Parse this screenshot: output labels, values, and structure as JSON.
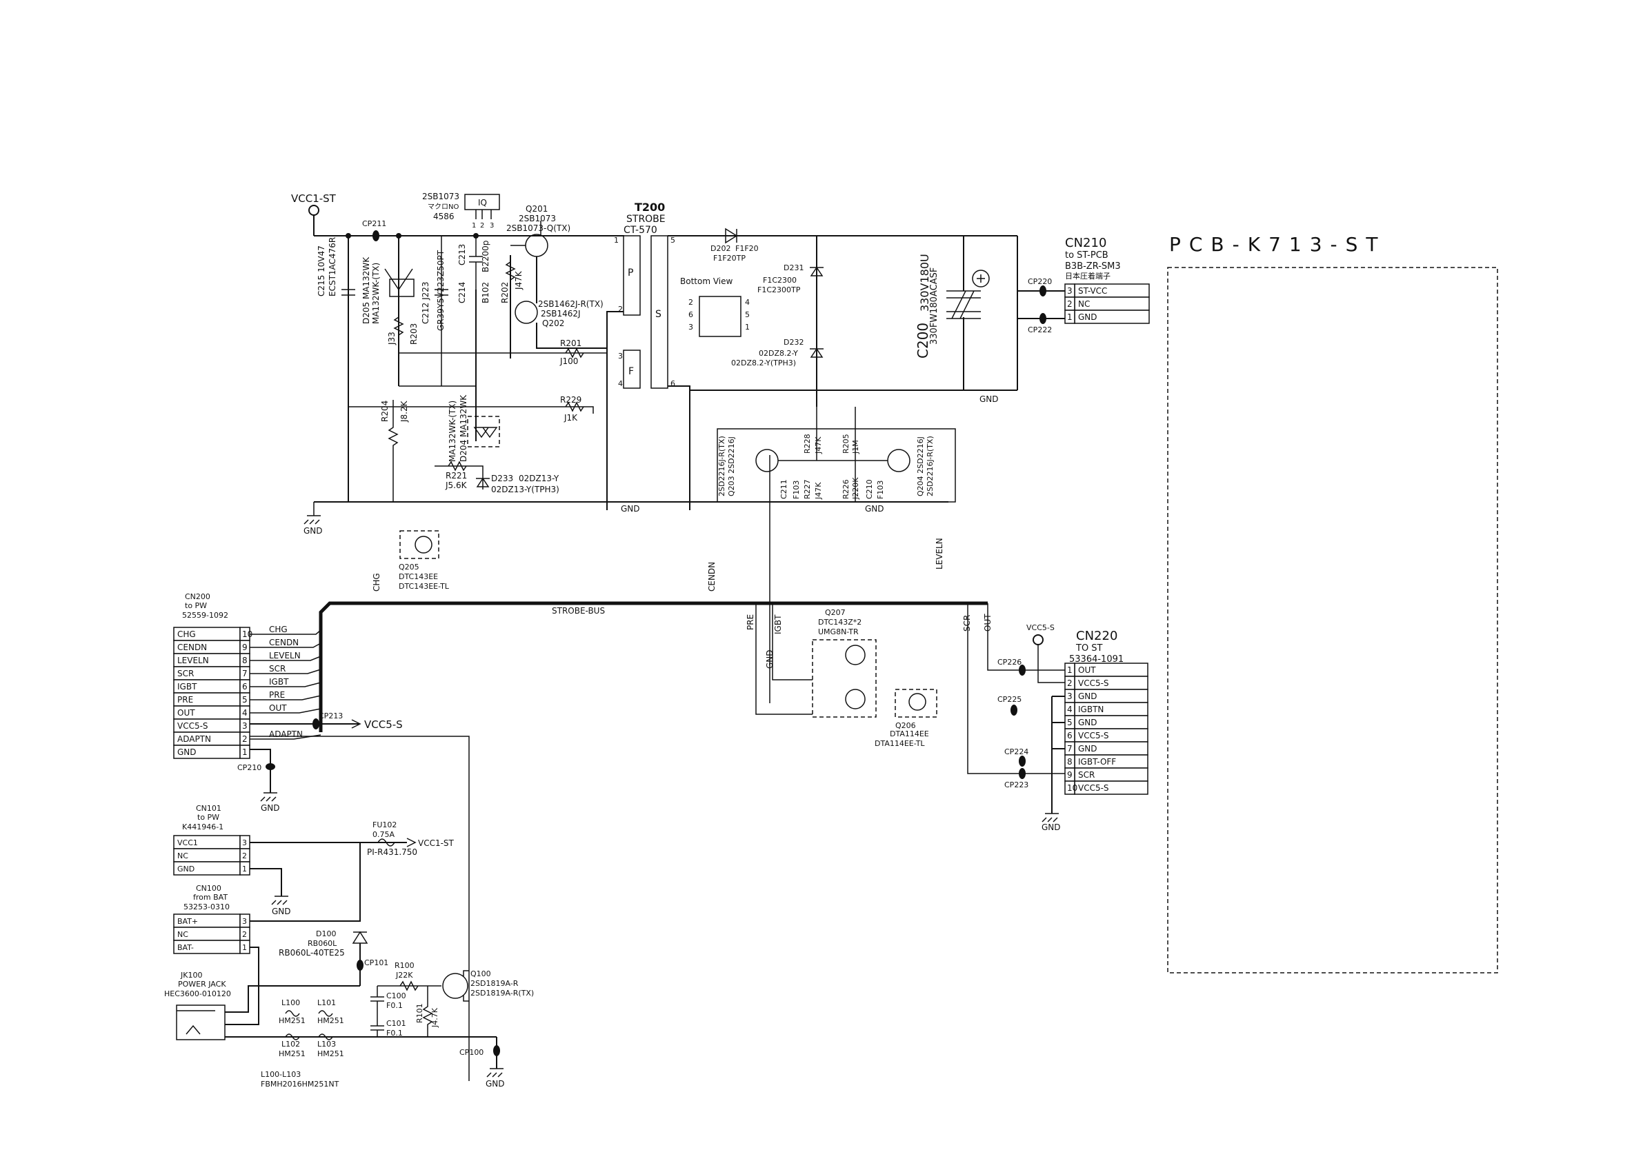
{
  "board_title": "PCB-K713-ST",
  "rails": {
    "vcc1_st": "VCC1-ST",
    "vcc5_s": "VCC5-S",
    "gnd": "GND",
    "strobe_bus": "STROBE-BUS"
  },
  "transformer": {
    "ref": "T200",
    "name": "STROBE",
    "part": "CT-570",
    "pin_labels": [
      "P",
      "F",
      "S"
    ],
    "pins": [
      "1",
      "2",
      "3",
      "4",
      "5",
      "6"
    ],
    "bottom_view": "Bottom View"
  },
  "regulator": {
    "part": "2SB1073",
    "note": "マクロNO",
    "code": "4586",
    "marking": "IQ",
    "pins": [
      "1",
      "2",
      "3"
    ]
  },
  "components": {
    "q201": [
      "Q201",
      "2SB1073",
      "2SB1073-Q(TX)"
    ],
    "q202": [
      "2SB1462J-R(TX)",
      "2SB1462J",
      "Q202"
    ],
    "q203": [
      "Q203 2SD2216J",
      "2SD2216J-R(TX)"
    ],
    "q204": [
      "Q204 2SD2216J",
      "2SD2216J-R(TX)"
    ],
    "q205": [
      "Q205",
      "DTC143EE",
      "DTC143EE-TL"
    ],
    "q206": [
      "Q206",
      "DTA114EE",
      "DTA114EE-TL"
    ],
    "q207": [
      "Q207",
      "DTC143Z*2",
      "UMG8N-TR"
    ],
    "q100": [
      "Q100",
      "2SD1819A-R",
      "2SD1819A-R(TX)"
    ],
    "d202": [
      "D202",
      "F1F20",
      "F1F20TP"
    ],
    "d231": [
      "D231",
      "F1C2300",
      "F1C2300TP"
    ],
    "d232": [
      "D232",
      "02DZ8.2-Y",
      "02DZ8.2-Y(TPH3)"
    ],
    "d233": [
      "D233",
      "02DZ13-Y",
      "02DZ13-Y(TPH3)"
    ],
    "d204": [
      "MA132WK-(TX)",
      "D204 MA132WK"
    ],
    "d205": [
      "D205 MA132WK",
      "MA132WK-(TX)"
    ],
    "d100": [
      "D100",
      "RB060L",
      "RB060L-40TE25"
    ],
    "c200": [
      "C200",
      "330V180U",
      "330FW180ACASF"
    ],
    "c215": [
      "C215 10V47",
      "ECST1AC476R"
    ],
    "c212": [
      "C212 J223",
      "GR39Y5V223Z50PT"
    ],
    "c213": [
      "C213"
    ],
    "c214": [
      "C214",
      "B2200p"
    ],
    "c211": [
      "C211",
      "F103"
    ],
    "c210": [
      "C210",
      "F103"
    ],
    "c100": [
      "C100",
      "F0.1"
    ],
    "c101": [
      "C101",
      "F0.1"
    ],
    "r201": [
      "R201",
      "J100"
    ],
    "r202": [
      "R202",
      "J47K"
    ],
    "r203": [
      "J33",
      "R203"
    ],
    "r204": [
      "R204",
      "J8.2K"
    ],
    "r205": [
      "R205",
      "J1M"
    ],
    "r226": [
      "R226",
      "J220K"
    ],
    "r227": [
      "R227",
      "J47K"
    ],
    "r228": [
      "R228",
      "J47K"
    ],
    "r229": [
      "R229",
      "J1K"
    ],
    "r221": [
      "R221",
      "J5.6K"
    ],
    "r100": [
      "R100",
      "J22K"
    ],
    "r101": [
      "R101",
      "J4.7K"
    ],
    "b102": [
      "B102"
    ],
    "fu102": [
      "FU102",
      "0.75A",
      "PI-R431.750"
    ],
    "l100": [
      "L100",
      "HM251"
    ],
    "l101": [
      "L101",
      "HM251"
    ],
    "l102": [
      "L102",
      "HM251"
    ],
    "l103": [
      "L103",
      "HM251"
    ],
    "l_note": [
      "L100-L103",
      "FBMH2016HM251NT"
    ],
    "jk100": [
      "JK100",
      "POWER JACK",
      "HEC3600-010120"
    ]
  },
  "test_points": [
    "CP211",
    "CP220",
    "CP222",
    "CP226",
    "CP225",
    "CP224",
    "CP223",
    "CP213",
    "CP210",
    "CP101",
    "CP100"
  ],
  "cn210": {
    "ref": "CN210",
    "dest": "to ST-PCB",
    "part": "B3B-ZR-SM3",
    "note": "日本圧着端子",
    "pins": [
      {
        "no": "3",
        "name": "ST-VCC"
      },
      {
        "no": "2",
        "name": "NC"
      },
      {
        "no": "1",
        "name": "GND"
      }
    ]
  },
  "cn200": {
    "ref": "CN200",
    "dest": "to PW",
    "part": "52559-1092",
    "pins": [
      {
        "no": "10",
        "name": "CHG"
      },
      {
        "no": "9",
        "name": "CENDN"
      },
      {
        "no": "8",
        "name": "LEVELN"
      },
      {
        "no": "7",
        "name": "SCR"
      },
      {
        "no": "6",
        "name": "IGBT"
      },
      {
        "no": "5",
        "name": "PRE"
      },
      {
        "no": "4",
        "name": "OUT"
      },
      {
        "no": "3",
        "name": "VCC5-S"
      },
      {
        "no": "2",
        "name": "ADAPTN"
      },
      {
        "no": "1",
        "name": "GND"
      }
    ],
    "net_labels": [
      "CHG",
      "CENDN",
      "LEVELN",
      "SCR",
      "IGBT",
      "PRE",
      "OUT",
      "",
      "ADAPTN",
      ""
    ]
  },
  "cn220": {
    "ref": "CN220",
    "dest": "TO ST",
    "part": "53364-1091",
    "pins": [
      {
        "no": "1",
        "name": "OUT"
      },
      {
        "no": "2",
        "name": "VCC5-S"
      },
      {
        "no": "3",
        "name": "GND"
      },
      {
        "no": "4",
        "name": "IGBTN"
      },
      {
        "no": "5",
        "name": "GND"
      },
      {
        "no": "6",
        "name": "VCC5-S"
      },
      {
        "no": "7",
        "name": "GND"
      },
      {
        "no": "8",
        "name": "IGBT-OFF"
      },
      {
        "no": "9",
        "name": "SCR"
      },
      {
        "no": "10",
        "name": "VCC5-S"
      }
    ]
  },
  "cn101": {
    "ref": "CN101",
    "dest": "to PW",
    "part": "K441946-1",
    "pins": [
      {
        "no": "3",
        "name": "VCC1"
      },
      {
        "no": "2",
        "name": "NC"
      },
      {
        "no": "1",
        "name": "GND"
      }
    ]
  },
  "cn100": {
    "ref": "CN100",
    "dest": "from BAT",
    "part": "53253-0310",
    "pins": [
      {
        "no": "3",
        "name": "BAT+"
      },
      {
        "no": "2",
        "name": "NC"
      },
      {
        "no": "1",
        "name": "BAT-"
      }
    ]
  },
  "bus_taps": [
    "CHG",
    "CENDN",
    "LEVELN",
    "PRE",
    "IGBT",
    "GND",
    "SCR",
    "OUT"
  ]
}
